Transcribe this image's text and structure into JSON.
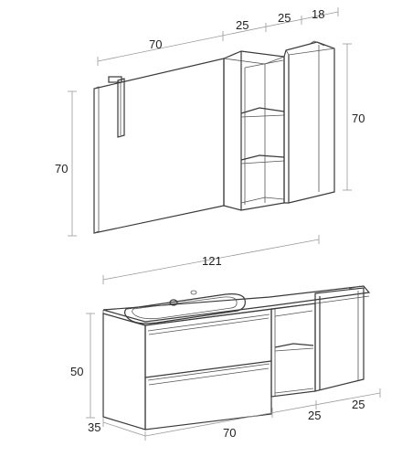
{
  "colors": {
    "outline": "#3a3a3a",
    "dimension": "#9a9a9a",
    "text": "#222222",
    "background": "#ffffff"
  },
  "upper": {
    "mirror_width": "70",
    "open_shelf_width": "25",
    "tall_cabinet_width": "25",
    "tall_cabinet_depth": "18",
    "mirror_height": "70",
    "tall_cabinet_height": "70"
  },
  "lower": {
    "countertop_width": "121",
    "vanity_height": "50",
    "vanity_depth": "35",
    "drawer_unit_width": "70",
    "open_shelf_width": "25",
    "side_cabinet_width": "25"
  }
}
